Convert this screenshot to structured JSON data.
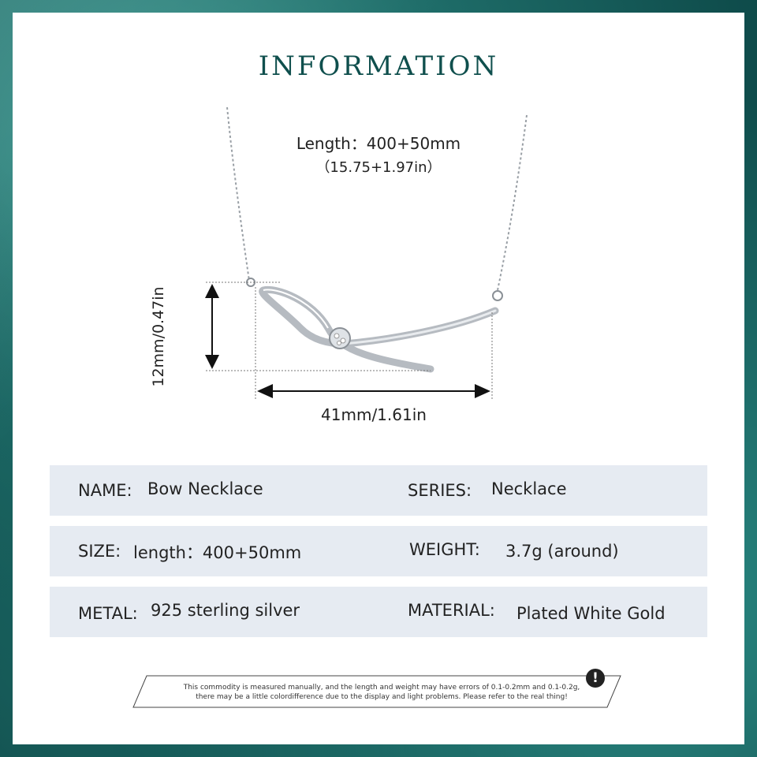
{
  "title": "INFORMATION",
  "dimensions": {
    "length_line1": "Length：400+50mm",
    "length_line2": "（15.75+1.97in）",
    "height": "12mm/0.47in",
    "width": "41mm/1.61in"
  },
  "specs": {
    "name_label": "NAME:",
    "name_value": "Bow Necklace",
    "series_label": "SERIES:",
    "series_value": "Necklace",
    "size_label": "SIZE:",
    "size_value": "length：400+50mm",
    "weight_label": "WEIGHT:",
    "weight_value": "3.7g (around)",
    "metal_label": "METAL:",
    "metal_value": "925 sterling silver",
    "material_label": "MATERIAL:",
    "material_value": "Plated White Gold"
  },
  "notice": {
    "line1": "This commodity is measured manually, and the length and weight may have errors of 0.1-0.2mm and 0.1-0.2g,",
    "line2": "there may be a little colordifference due to the display and light problems. Please refer to the real thing!",
    "icon": "exclamation-icon"
  },
  "colors": {
    "title": "#0f4f4d",
    "row_bg": "#e6ebf2",
    "frame": "#1f6e6a"
  }
}
